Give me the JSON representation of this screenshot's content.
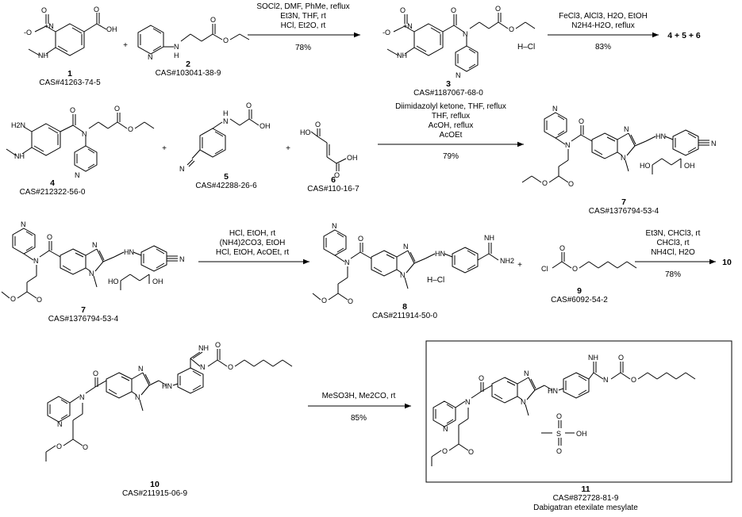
{
  "compounds": {
    "c1": {
      "number": "1",
      "cas": "CAS#41263-74-5",
      "o_minus": "-O",
      "n_plus": "+N",
      "o": "O",
      "oh": "OH",
      "nh": "NH"
    },
    "c2": {
      "number": "2",
      "cas": "CAS#103041-38-9",
      "n": "N",
      "nh": "N",
      "h": "H",
      "o": "O"
    },
    "c3": {
      "number": "3",
      "cas": "CAS#1187067-68-0",
      "hcl": "H–Cl",
      "o_minus": "-O",
      "n_plus": "+N",
      "o": "O",
      "nh": "NH",
      "n": "N"
    },
    "c4": {
      "number": "4",
      "cas": "CAS#212322-56-0",
      "h2n": "H2N",
      "nh": "NH",
      "n": "N",
      "o": "O"
    },
    "c5": {
      "number": "5",
      "cas": "CAS#42288-26-6",
      "n": "N",
      "h": "H",
      "o": "O",
      "oh": "OH"
    },
    "c6": {
      "number": "6",
      "cas": "CAS#110-16-7",
      "ho": "HO",
      "oh": "OH",
      "o": "O"
    },
    "c7a": {
      "number": "7",
      "cas": "CAS#1376794-53-4",
      "hn": "HN",
      "n": "N",
      "o": "O",
      "ho": "HO",
      "oh": "OH"
    },
    "c7b": {
      "number": "7",
      "cas": "CAS#1376794-53-4",
      "hn": "HN",
      "n": "N",
      "o": "O",
      "ho": "HO",
      "oh": "OH"
    },
    "c8": {
      "number": "8",
      "cas": "CAS#211914-50-0",
      "hcl": "H–Cl",
      "nh": "NH",
      "nh2": "NH2",
      "hn": "HN",
      "n": "N",
      "o": "O"
    },
    "c9": {
      "number": "9",
      "cas": "CAS#6092-54-2",
      "cl": "Cl",
      "o": "O"
    },
    "c10": {
      "number": "10",
      "cas": "CAS#211915-06-9",
      "nh": "NH",
      "hn": "HN",
      "n": "N",
      "o": "O"
    },
    "c11": {
      "number": "11",
      "cas": "CAS#872728-81-9",
      "name": "Dabigatran etexilate mesylate",
      "nh": "NH",
      "hn": "HN",
      "n": "N",
      "o": "O",
      "s": "S",
      "oh": "OH"
    }
  },
  "reactions": {
    "r1": {
      "conditions": [
        "SOCl2, DMF, PhMe, reflux",
        "Et3N, THF, rt",
        "HCl, Et2O, rt"
      ],
      "yield": "78%"
    },
    "r2": {
      "conditions": [
        "FeCl3, AlCl3, H2O, EtOH",
        "N2H4-H2O, reflux"
      ],
      "yield": "83%",
      "product": "4 + 5 + 6"
    },
    "r3": {
      "conditions": [
        "Diimidazolyl ketone, THF, reflux",
        "THF, reflux",
        "AcOH, reflux",
        "AcOEt"
      ],
      "yield": "79%"
    },
    "r4": {
      "conditions": [
        "HCl, EtOH, rt",
        "(NH4)2CO3, EtOH",
        "HCl, EtOH, AcOEt, rt"
      ],
      "yield": ""
    },
    "r5": {
      "conditions": [
        "Et3N, CHCl3, rt",
        "CHCl3, rt",
        "NH4Cl, H2O"
      ],
      "yield": "78%",
      "product": "10"
    },
    "r6": {
      "conditions": [
        "MeSO3H, Me2CO, rt"
      ],
      "yield": "85%"
    }
  },
  "plus_sign": "+"
}
